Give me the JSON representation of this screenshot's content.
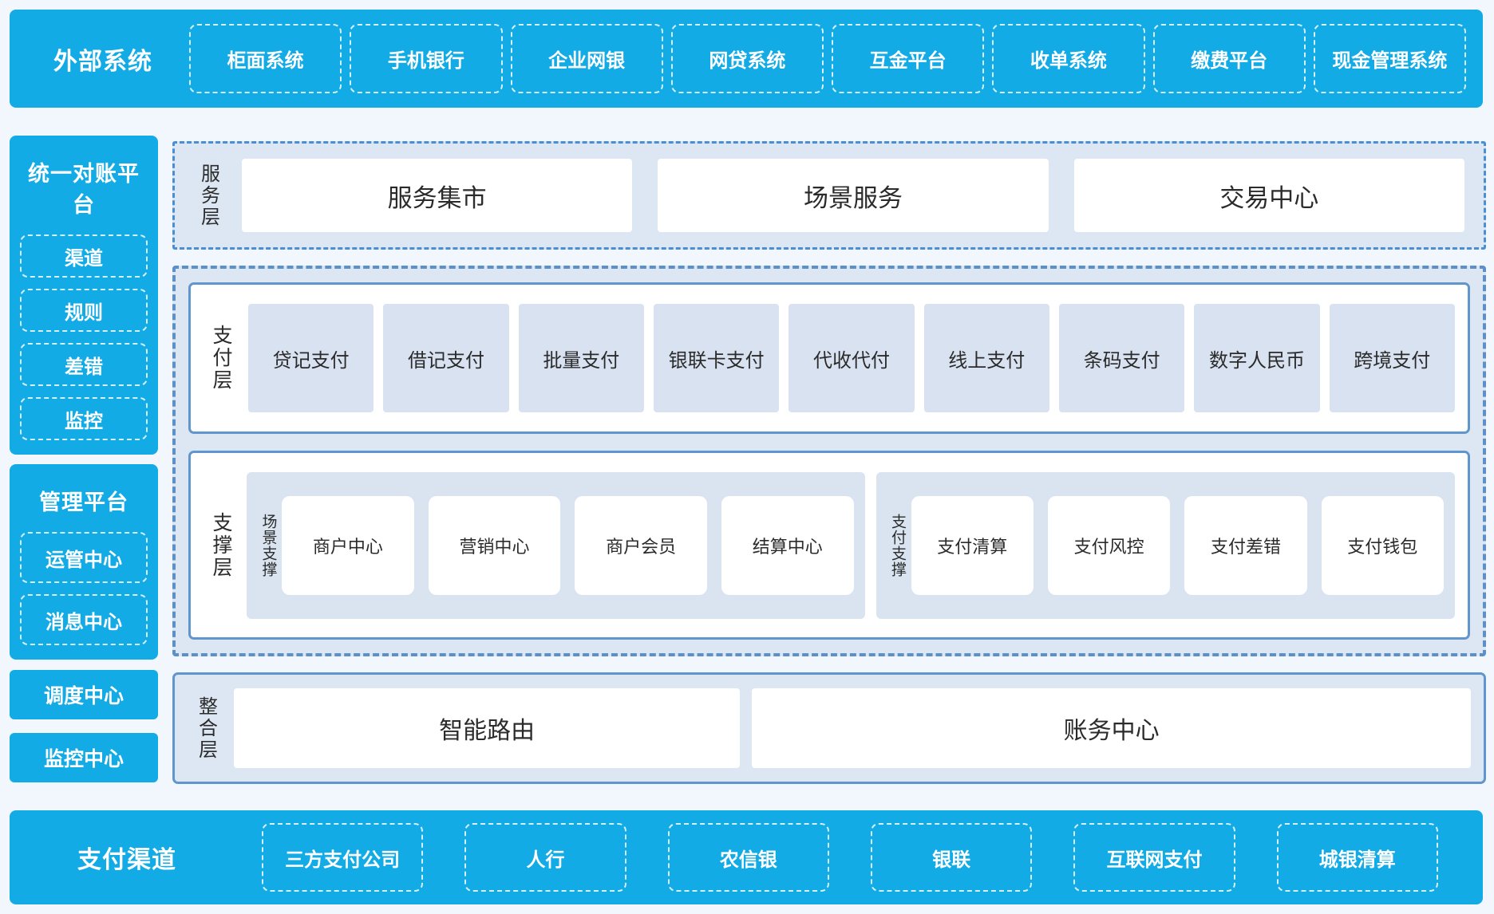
{
  "colors": {
    "brand_blue": "#12ABE6",
    "section_bg": "#DDE7F4",
    "payment_cell_fill": "#D8E2F0",
    "group_fill": "#DAE4F1",
    "solid_border": "#6096CE",
    "dashed_border": "#5B90C8",
    "dashdot_border": "#4A8FD3",
    "dark_text": "#2B2B2B",
    "white_dash": "#FFFFFF"
  },
  "top_bar": {
    "title": "外部系统",
    "items": [
      "柜面系统",
      "手机银行",
      "企业网银",
      "网贷系统",
      "互金平台",
      "收单系统",
      "缴费平台",
      "现金管理系统"
    ]
  },
  "sidebar": {
    "panels": [
      {
        "title": "统一对账平台",
        "items": [
          "渠道",
          "规则",
          "差错",
          "监控"
        ]
      },
      {
        "title": "管理平台",
        "items": [
          "运管中心",
          "消息中心"
        ]
      }
    ],
    "solo_items": [
      "调度中心",
      "监控中心"
    ]
  },
  "layers": {
    "service": {
      "label": "服务层",
      "items": [
        "服务集市",
        "场景服务",
        "交易中心"
      ]
    },
    "payment": {
      "label": "支付层",
      "items": [
        "贷记支付",
        "借记支付",
        "批量支付",
        "银联卡支付",
        "代收代付",
        "线上支付",
        "条码支付",
        "数字人民币",
        "跨境支付"
      ]
    },
    "support": {
      "label": "支撑层",
      "groups": [
        {
          "label": "场景支撑",
          "items": [
            "商户中心",
            "营销中心",
            "商户会员",
            "结算中心"
          ]
        },
        {
          "label": "支付支撑",
          "items": [
            "支付清算",
            "支付风控",
            "支付差错",
            "支付钱包"
          ]
        }
      ]
    },
    "integration": {
      "label": "整合层",
      "items": [
        "智能路由",
        "账务中心"
      ]
    }
  },
  "bottom_bar": {
    "title": "支付渠道",
    "items": [
      "三方支付公司",
      "人行",
      "农信银",
      "银联",
      "互联网支付",
      "城银清算"
    ]
  }
}
